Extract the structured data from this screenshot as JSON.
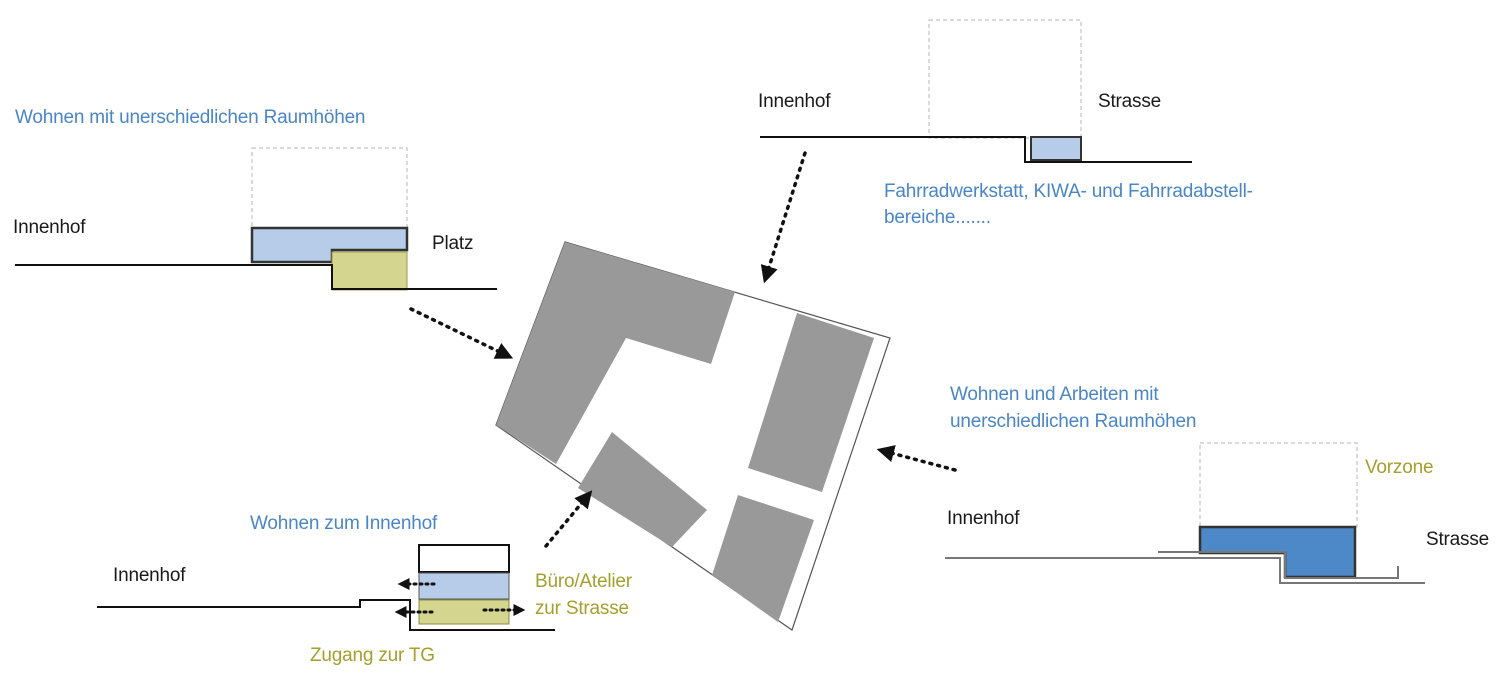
{
  "colors": {
    "heading": "#4a86c5",
    "accent_olive": "#a59f2c",
    "building_gray": "#999999",
    "living_blue_light": "#b7cce8",
    "living_blue_strong": "#4d88c8",
    "commerce_olive": "#d4d58f",
    "ground_line": "#111111"
  },
  "section_top_left": {
    "title": "Wohnen mit unerschiedlichen Raumhöhen",
    "label_left": "Innenhof",
    "label_right": "Platz"
  },
  "section_top_right": {
    "label_left": "Innenhof",
    "label_right": "Strasse",
    "caption_line1": "Fahrradwerkstatt, KIWA- und Fahrradabstell-",
    "caption_line2": "bereiche......."
  },
  "section_right": {
    "title_line1": "Wohnen und Arbeiten mit",
    "title_line2": "unerschiedlichen Raumhöhen",
    "zone_label": "Vorzone",
    "label_left": "Innenhof",
    "label_right": "Strasse"
  },
  "section_bottom_left": {
    "title": "Wohnen zum Innenhof",
    "label_left": "Innenhof",
    "office_line1": "Büro/Atelier",
    "office_line2": "zur Strasse",
    "garage_access": "Zugang zur TG"
  }
}
